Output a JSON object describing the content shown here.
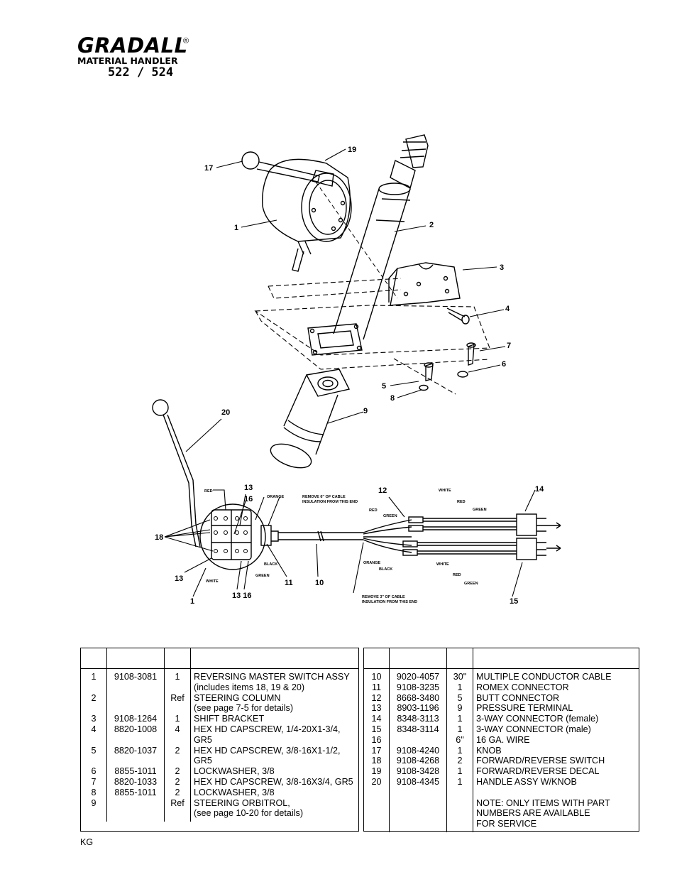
{
  "header": {
    "brand": "GRADALL",
    "registered": "®",
    "model_name": "MATERIAL HANDLER",
    "model_number": "522 / 524"
  },
  "diagram": {
    "callouts": [
      "19",
      "17",
      "1",
      "2",
      "3",
      "4",
      "7",
      "6",
      "5",
      "8",
      "9",
      "20",
      "13",
      "16",
      "12",
      "14",
      "18",
      "13",
      "1",
      "13 16",
      "11",
      "10",
      "15"
    ],
    "wire_labels": {
      "red_top_left": "RED",
      "orange": "ORANGE",
      "black_left": "BLACK",
      "green_left": "GREEN",
      "white_left": "WHITE",
      "white_top": "WHITE",
      "red_top": "RED",
      "green_top": "GREEN",
      "red_mid": "RED",
      "green_mid": "GREEN",
      "orange_right": "ORANGE",
      "black_right": "BLACK",
      "white_bottom": "WHITE",
      "red_bottom": "RED",
      "green_bottom": "GREEN"
    },
    "note_remove_6_line1": "REMOVE 6\" OF CABLE",
    "note_remove_6_line2": "INSULATION FROM THIS END",
    "note_remove_3_line1": "REMOVE 3\" OF CABLE",
    "note_remove_3_line2": "INSULATION FROM THIS END"
  },
  "parts_left": [
    {
      "item": "1",
      "part": "9108-3081",
      "qty": "1",
      "desc": [
        "REVERSING MASTER SWITCH ASSY",
        "(includes items 18, 19  & 20)"
      ]
    },
    {
      "item": "2",
      "part": "",
      "qty": "Ref",
      "desc": [
        "STEERING COLUMN",
        "(see page 7-5 for details)"
      ]
    },
    {
      "item": "3",
      "part": "9108-1264",
      "qty": "1",
      "desc": [
        "SHIFT BRACKET"
      ]
    },
    {
      "item": "4",
      "part": "8820-1008",
      "qty": "4",
      "desc": [
        "HEX HD CAPSCREW, 1/4-20X1-3/4,",
        "GR5"
      ]
    },
    {
      "item": "5",
      "part": "8820-1037",
      "qty": "2",
      "desc": [
        "HEX HD CAPSCREW, 3/8-16X1-1/2,",
        "GR5"
      ]
    },
    {
      "item": "6",
      "part": "8855-1011",
      "qty": "2",
      "desc": [
        "LOCKWASHER, 3/8"
      ]
    },
    {
      "item": "7",
      "part": "8820-1033",
      "qty": "2",
      "desc": [
        "HEX HD CAPSCREW, 3/8-16X3/4, GR5"
      ]
    },
    {
      "item": "8",
      "part": "8855-1011",
      "qty": "2",
      "desc": [
        "LOCKWASHER, 3/8"
      ]
    },
    {
      "item": "9",
      "part": "",
      "qty": "Ref",
      "desc": [
        "STEERING ORBITROL,",
        "(see page 10-20 for details)"
      ]
    }
  ],
  "parts_right": [
    {
      "item": "10",
      "part": "9020-4057",
      "qty": "30\"",
      "desc": [
        "MULTIPLE CONDUCTOR CABLE"
      ]
    },
    {
      "item": "11",
      "part": "9108-3235",
      "qty": "1",
      "desc": [
        "ROMEX CONNECTOR"
      ]
    },
    {
      "item": "12",
      "part": "8668-3480",
      "qty": "5",
      "desc": [
        "BUTT CONNECTOR"
      ]
    },
    {
      "item": "13",
      "part": "8903-1196",
      "qty": "9",
      "desc": [
        "PRESSURE TERMINAL"
      ]
    },
    {
      "item": "14",
      "part": "8348-3113",
      "qty": "1",
      "desc": [
        "3-WAY CONNECTOR (female)"
      ]
    },
    {
      "item": "15",
      "part": "8348-3114",
      "qty": "1",
      "desc": [
        "3-WAY CONNECTOR (male)"
      ]
    },
    {
      "item": "16",
      "part": "",
      "qty": "6\"",
      "desc": [
        "16 GA. WIRE"
      ]
    },
    {
      "item": "17",
      "part": "9108-4240",
      "qty": "1",
      "desc": [
        "KNOB"
      ]
    },
    {
      "item": "18",
      "part": "9108-4268",
      "qty": "2",
      "desc": [
        "FORWARD/REVERSE SWITCH"
      ]
    },
    {
      "item": "19",
      "part": "9108-3428",
      "qty": "1",
      "desc": [
        "FORWARD/REVERSE DECAL"
      ]
    },
    {
      "item": "20",
      "part": "9108-4345",
      "qty": "1",
      "desc": [
        "HANDLE ASSY W/KNOB"
      ]
    }
  ],
  "note": [
    "NOTE:  ONLY ITEMS WITH PART",
    "NUMBERS ARE AVAILABLE",
    "FOR SERVICE"
  ],
  "footer": "KG"
}
